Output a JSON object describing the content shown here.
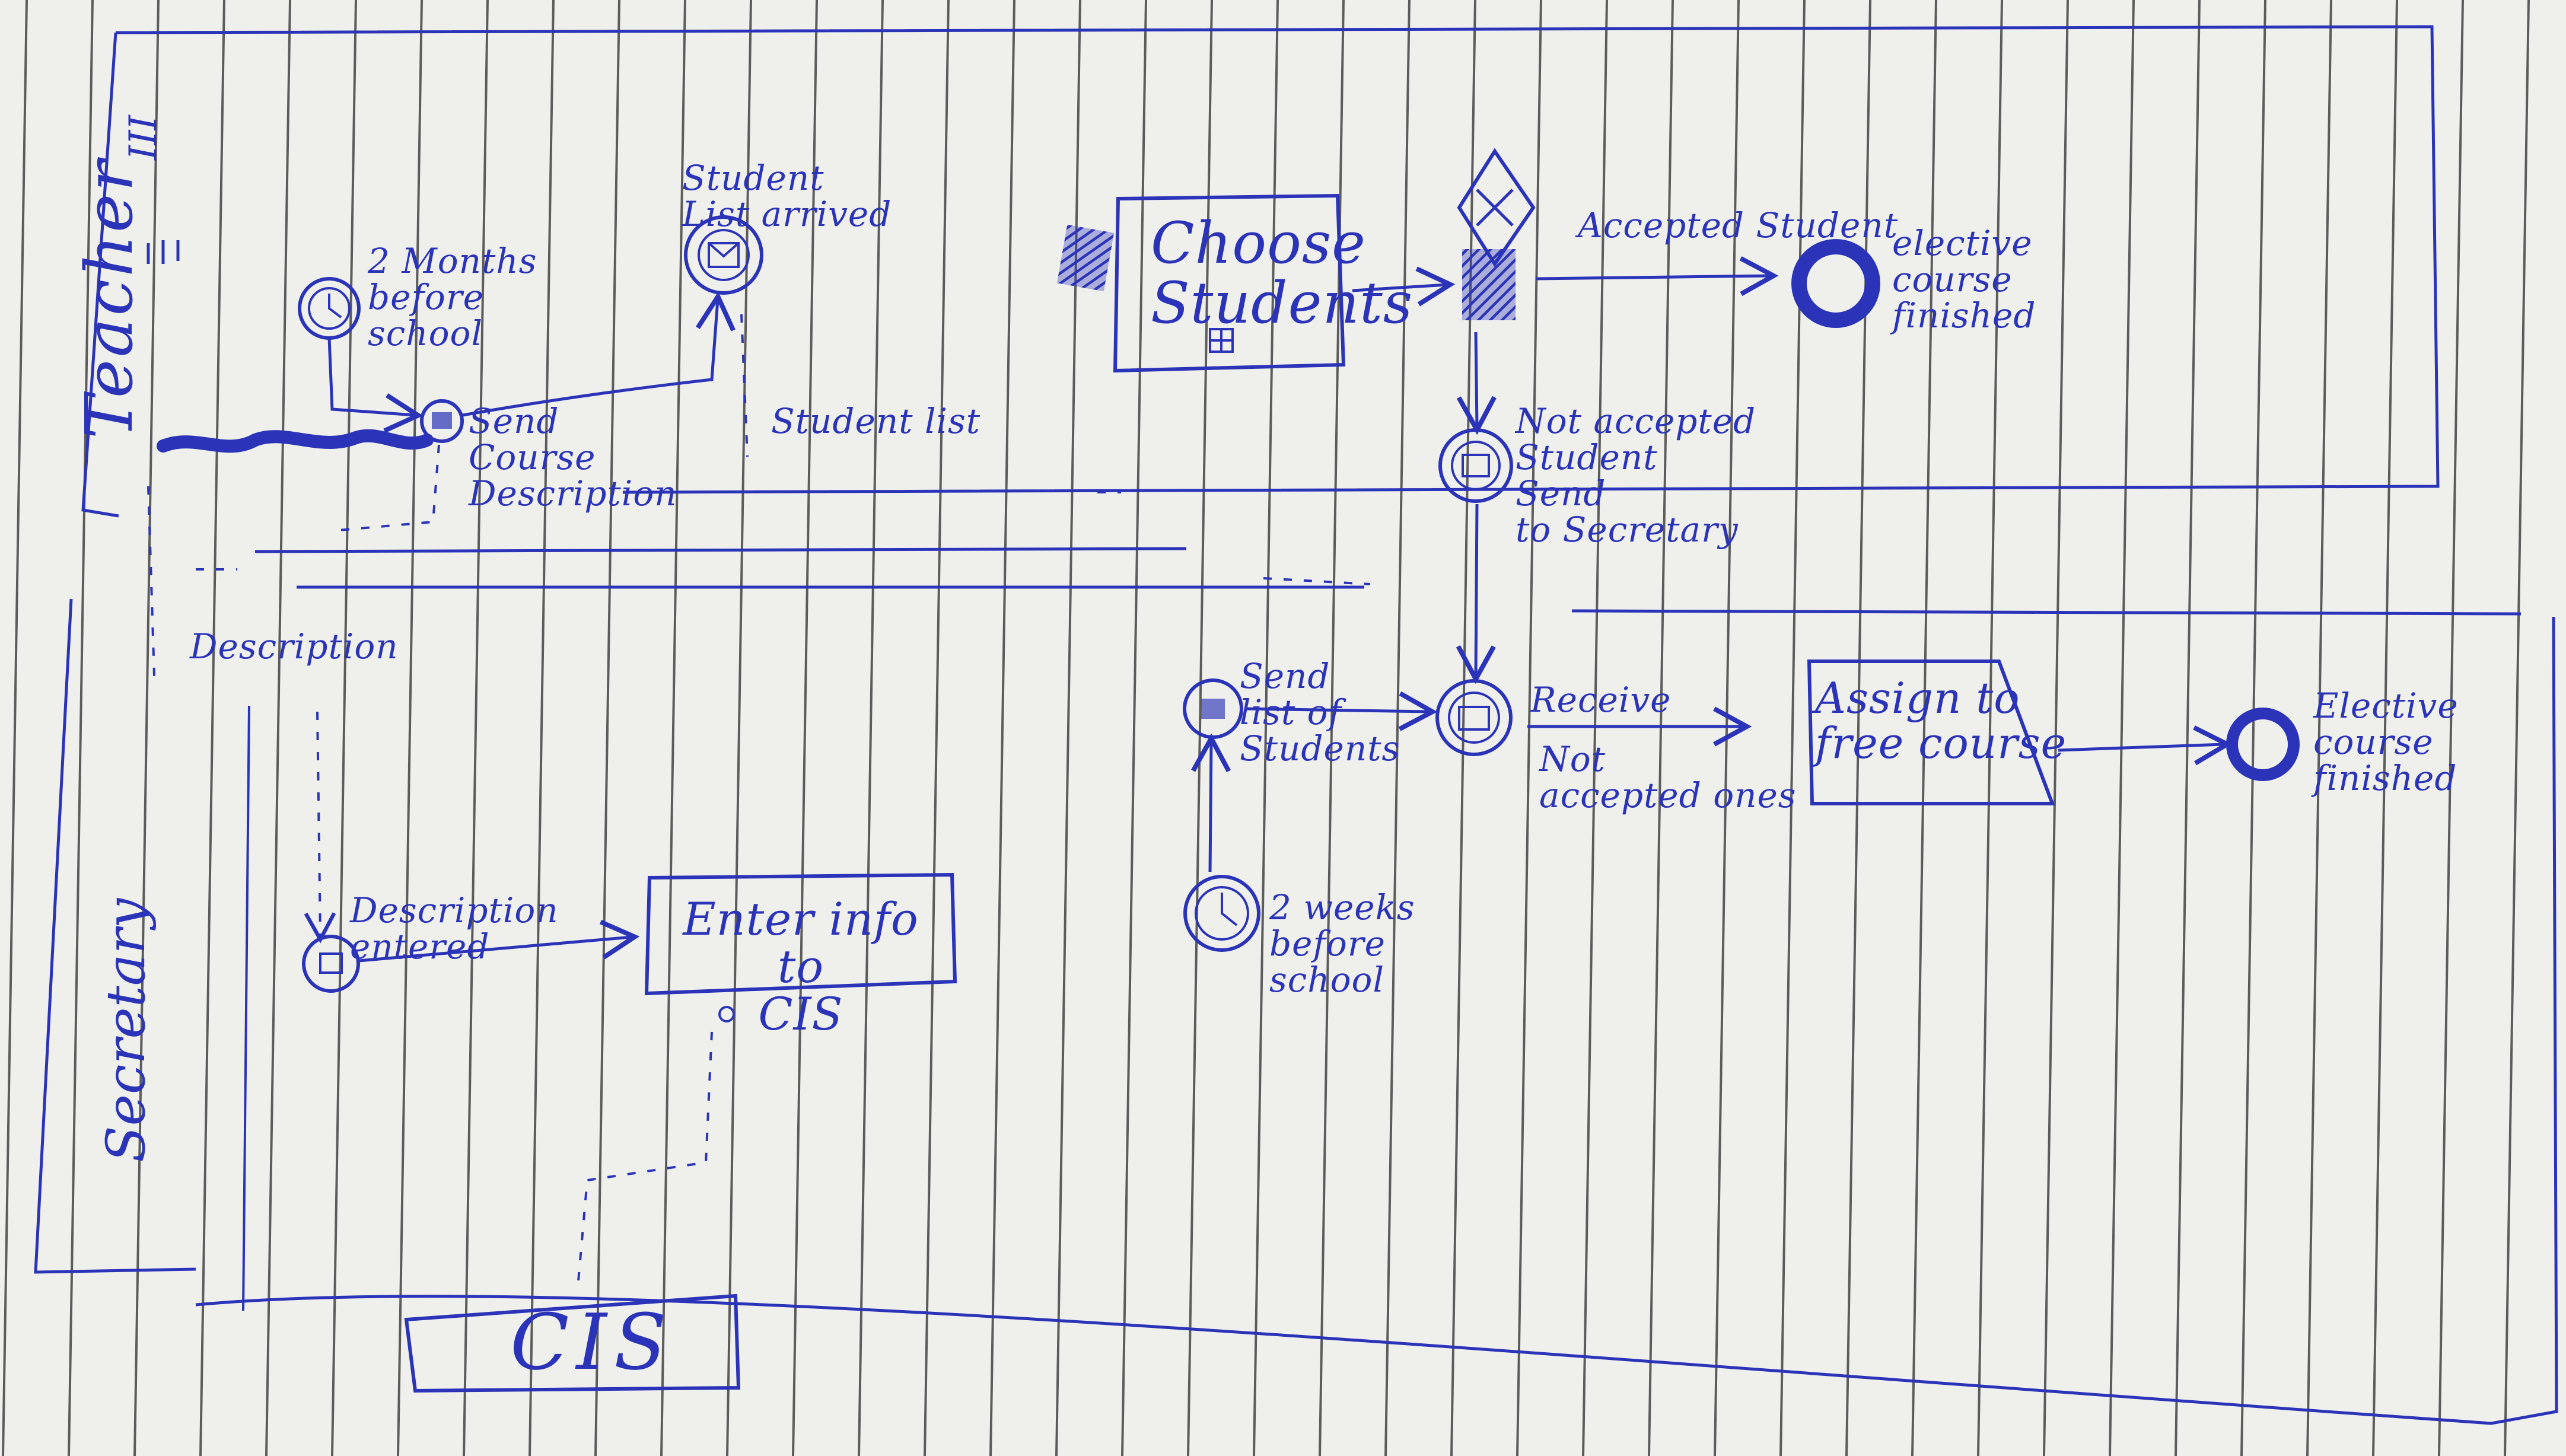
{
  "lanes": {
    "teacher": "Teacher",
    "secretary": "Secretary"
  },
  "teacher_mark": "III",
  "nodes": {
    "timer_2_months": "2 Months\nbefore\nschool",
    "send_course_description": "Send\nCourse\nDescription",
    "student_list_arrived": "Student\nList arrived",
    "choose_students": "Choose\nStudents",
    "accepted_student": "Accepted Student",
    "elective_course_finished_top": "elective\ncourse\nfinished",
    "not_accepted_send": "Not accepted\nStudent\nSend\nto Secretary",
    "send_list_of_students": "Send\nlist of\nStudents",
    "receive_not_accepted": "Receive",
    "not_accepted_ones": "Not\naccepted ones",
    "assign_to_free_course": "Assign to\nfree course",
    "elective_course_finished_bottom": "Elective\ncourse\nfinished",
    "timer_2_weeks": "2 weeks\nbefore\nschool",
    "description_entered": "Description\nentered",
    "enter_info_to_cis": "Enter info to\nCIS",
    "cis": "CIS"
  },
  "flow_labels": {
    "student_list": "Student list",
    "description": "Description"
  },
  "colors": {
    "ink": "#2b34b8",
    "paper": "#efefec",
    "rule": "#2c2c2c"
  }
}
